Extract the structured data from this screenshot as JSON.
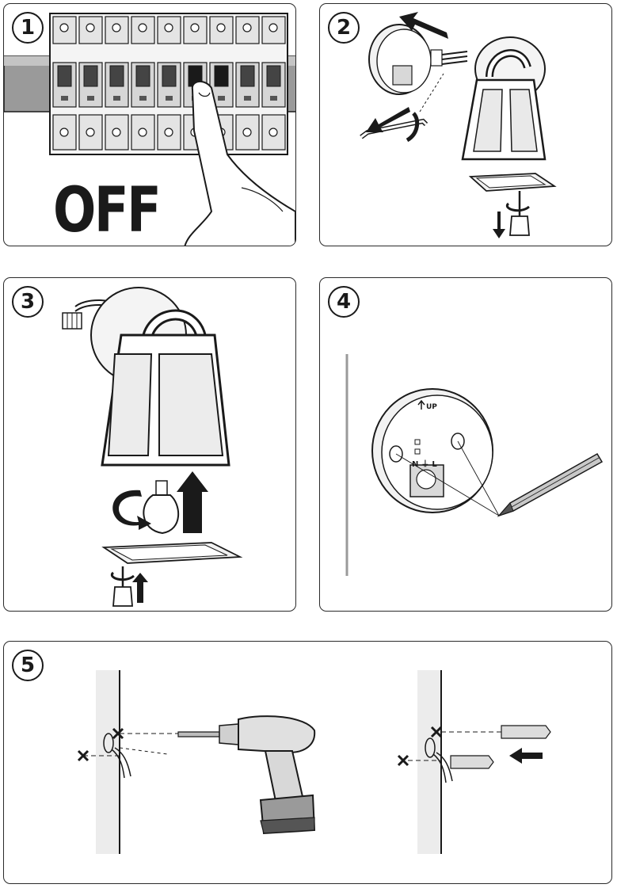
{
  "steps": [
    {
      "number": "1",
      "caption": "OFF"
    },
    {
      "number": "2"
    },
    {
      "number": "3"
    },
    {
      "number": "4"
    },
    {
      "number": "5"
    }
  ],
  "labels": {
    "up": "UP",
    "terminal": "N ⏚ L"
  },
  "colors": {
    "line": "#1a1a1a",
    "panel_border": "#2a2a2a",
    "light_fill": "#e9e9e9",
    "mid_fill": "#bdbdbd",
    "dark_fill": "#555555"
  },
  "icons": [
    "breaker-panel-icon",
    "hand-icon",
    "lamp-icon",
    "screwdriver-icon",
    "allen-key-icon",
    "bulb-icon",
    "pencil-icon",
    "drill-icon",
    "wall-plug-icon",
    "arrow-icon",
    "cross-mark-icon"
  ]
}
